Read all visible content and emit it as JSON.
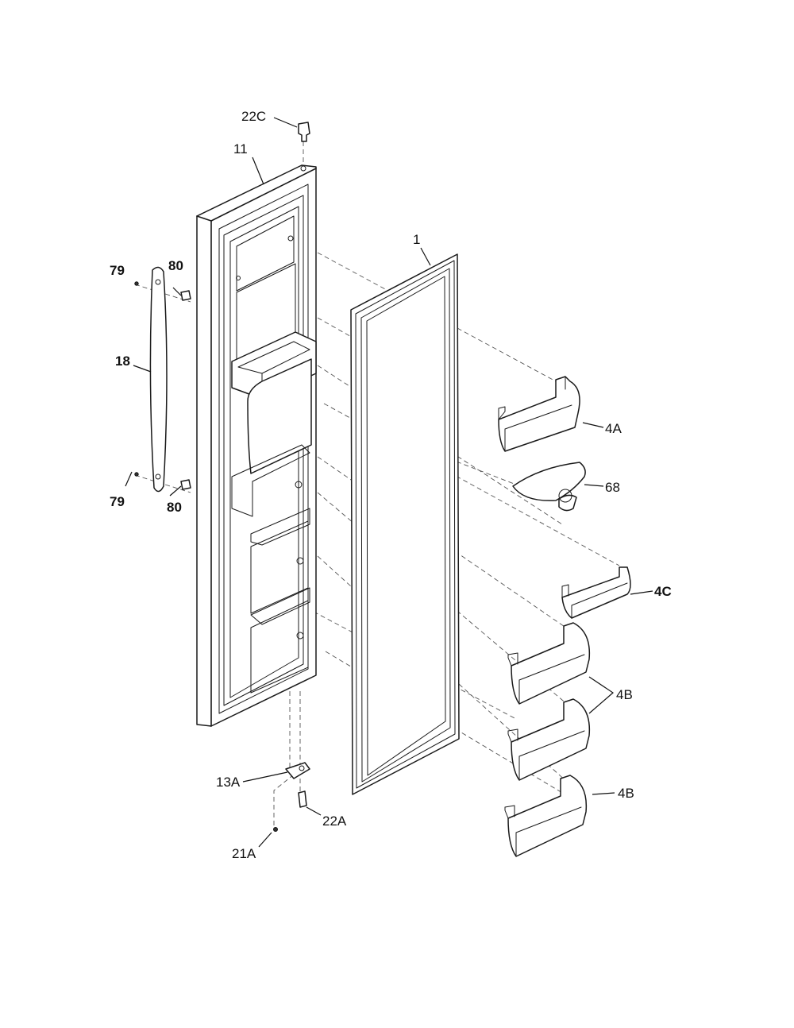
{
  "diagram": {
    "labels": {
      "p22c": "22C",
      "p11": "11",
      "p1": "1",
      "p79_top": "79",
      "p80_top": "80",
      "p18": "18",
      "p79_bottom": "79",
      "p80_bottom": "80",
      "p4a": "4A",
      "p68": "68",
      "p4c": "4C",
      "p4b_a": "4B",
      "p4b_b": "4B",
      "p13a": "13A",
      "p22a": "22A",
      "p21a": "21A"
    }
  }
}
